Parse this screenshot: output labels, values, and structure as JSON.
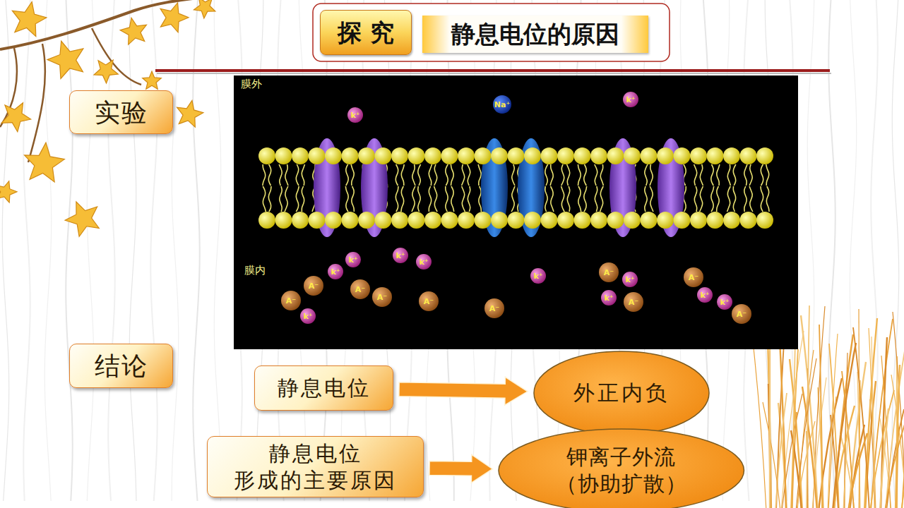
{
  "diagram": {
    "title": "静息电位的原因",
    "nodes": [
      {
        "text": [
          "探 究"
        ]
      },
      {
        "text": [
          "实验"
        ]
      },
      {
        "text": [
          "结论"
        ]
      },
      {
        "text": [
          "静息电位"
        ]
      },
      {
        "text": [
          "外正内负"
        ]
      },
      {
        "text": [
          "静息电位 形成的主要原因"
        ]
      },
      {
        "text": [
          "钾离子外流 （协助扩散）"
        ]
      }
    ],
    "edges": [
      {
        "from": 3,
        "to": 4,
        "arrow": "to"
      },
      {
        "from": 5,
        "to": 6,
        "arrow": "to"
      }
    ],
    "labels": [
      "膜外",
      "k⁺",
      "Na⁺",
      "k⁺",
      "膜内",
      "k⁺",
      "k⁺",
      "k⁺",
      "k⁺",
      "A⁻",
      "A⁻",
      "k⁺",
      "A⁻",
      "A⁻",
      "A⁻",
      "A⁻",
      "k⁺",
      "A⁻",
      "k⁺",
      "k⁺",
      "A⁻",
      "A⁻",
      "k⁺",
      "k⁺",
      "A⁻"
    ]
  }
}
